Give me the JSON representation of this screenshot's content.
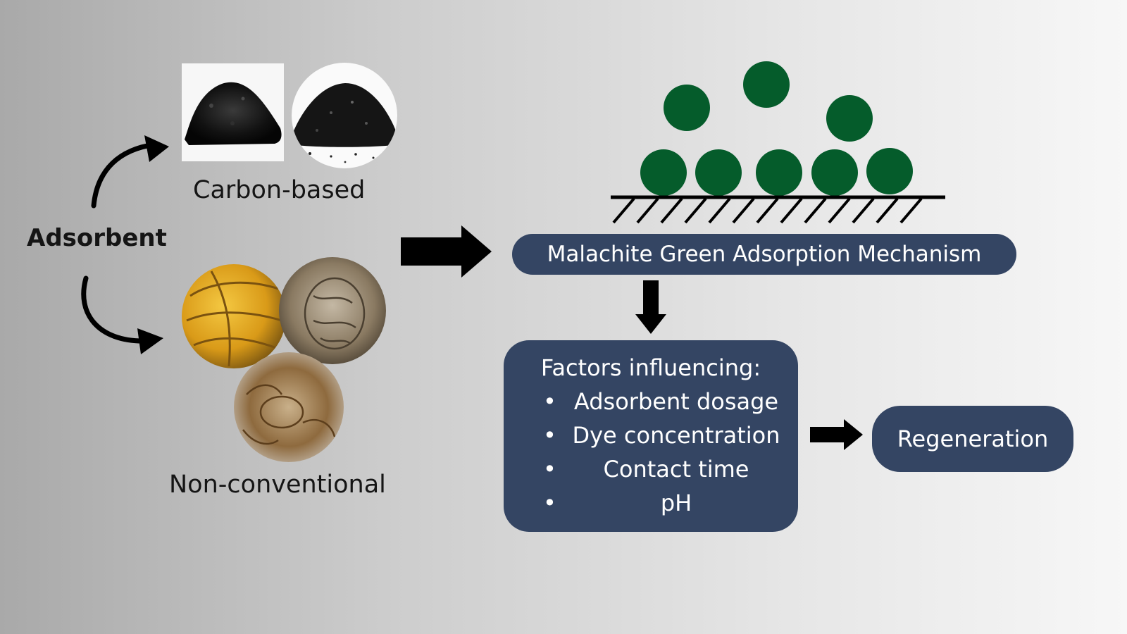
{
  "left": {
    "root_label": "Adsorbent",
    "branch_top_label": "Carbon-based",
    "branch_bottom_label": "Non-conventional"
  },
  "center": {
    "mechanism_label": "Malachite Green Adsorption Mechanism"
  },
  "factors": {
    "title": "Factors influencing:",
    "items": [
      "Adsorbent dosage",
      "Dye concentration",
      "Contact time",
      "pH"
    ],
    "bullet": "•"
  },
  "regeneration_label": "Regeneration",
  "colors": {
    "box_fill": "#344563",
    "dye_particle": "#055c2b",
    "arrow": "#000000"
  }
}
